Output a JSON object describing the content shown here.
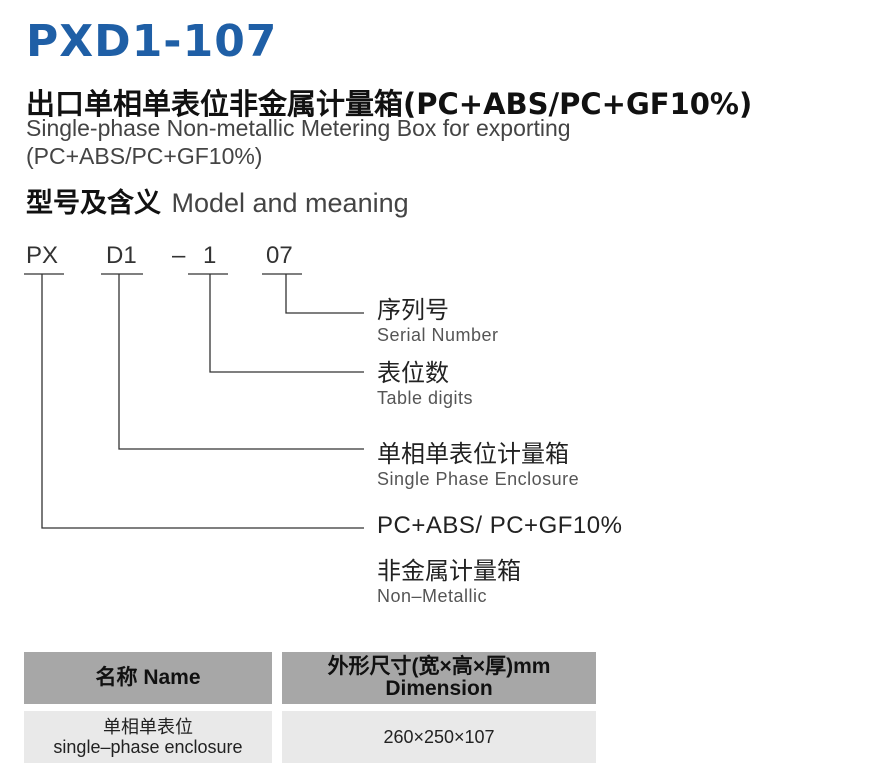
{
  "header": {
    "model_code": "PXD1-107",
    "title_cn": "出口单相单表位非金属计量箱(PC+ABS/PC+GF10%)",
    "title_en_line1": "Single-phase Non-metallic Metering Box for exporting",
    "title_en_line2": "(PC+ABS/PC+GF10%)"
  },
  "section": {
    "heading_cn": "型号及含义",
    "heading_en": "Model and meaning"
  },
  "model_breakdown": {
    "segments": [
      "PX",
      "D1",
      "–",
      "1",
      "07"
    ],
    "descriptions": [
      {
        "cn": "序列号",
        "en": "Serial Number"
      },
      {
        "cn": "表位数",
        "en": "Table digits"
      },
      {
        "cn": "单相单表位计量箱",
        "en": "Single Phase Enclosure"
      },
      {
        "material": "PC+ABS/ PC+GF10%",
        "cn": "非金属计量箱",
        "en": "Non–Metallic"
      }
    ]
  },
  "spec_table": {
    "headers": [
      {
        "line1": "名称 Name"
      },
      {
        "line1": "外形尺寸(宽×高×厚)mm",
        "line2": "Dimension"
      }
    ],
    "rows": [
      {
        "name_cn": "单相单表位",
        "name_en": "single–phase enclosure",
        "dimension": "260×250×107"
      }
    ]
  }
}
